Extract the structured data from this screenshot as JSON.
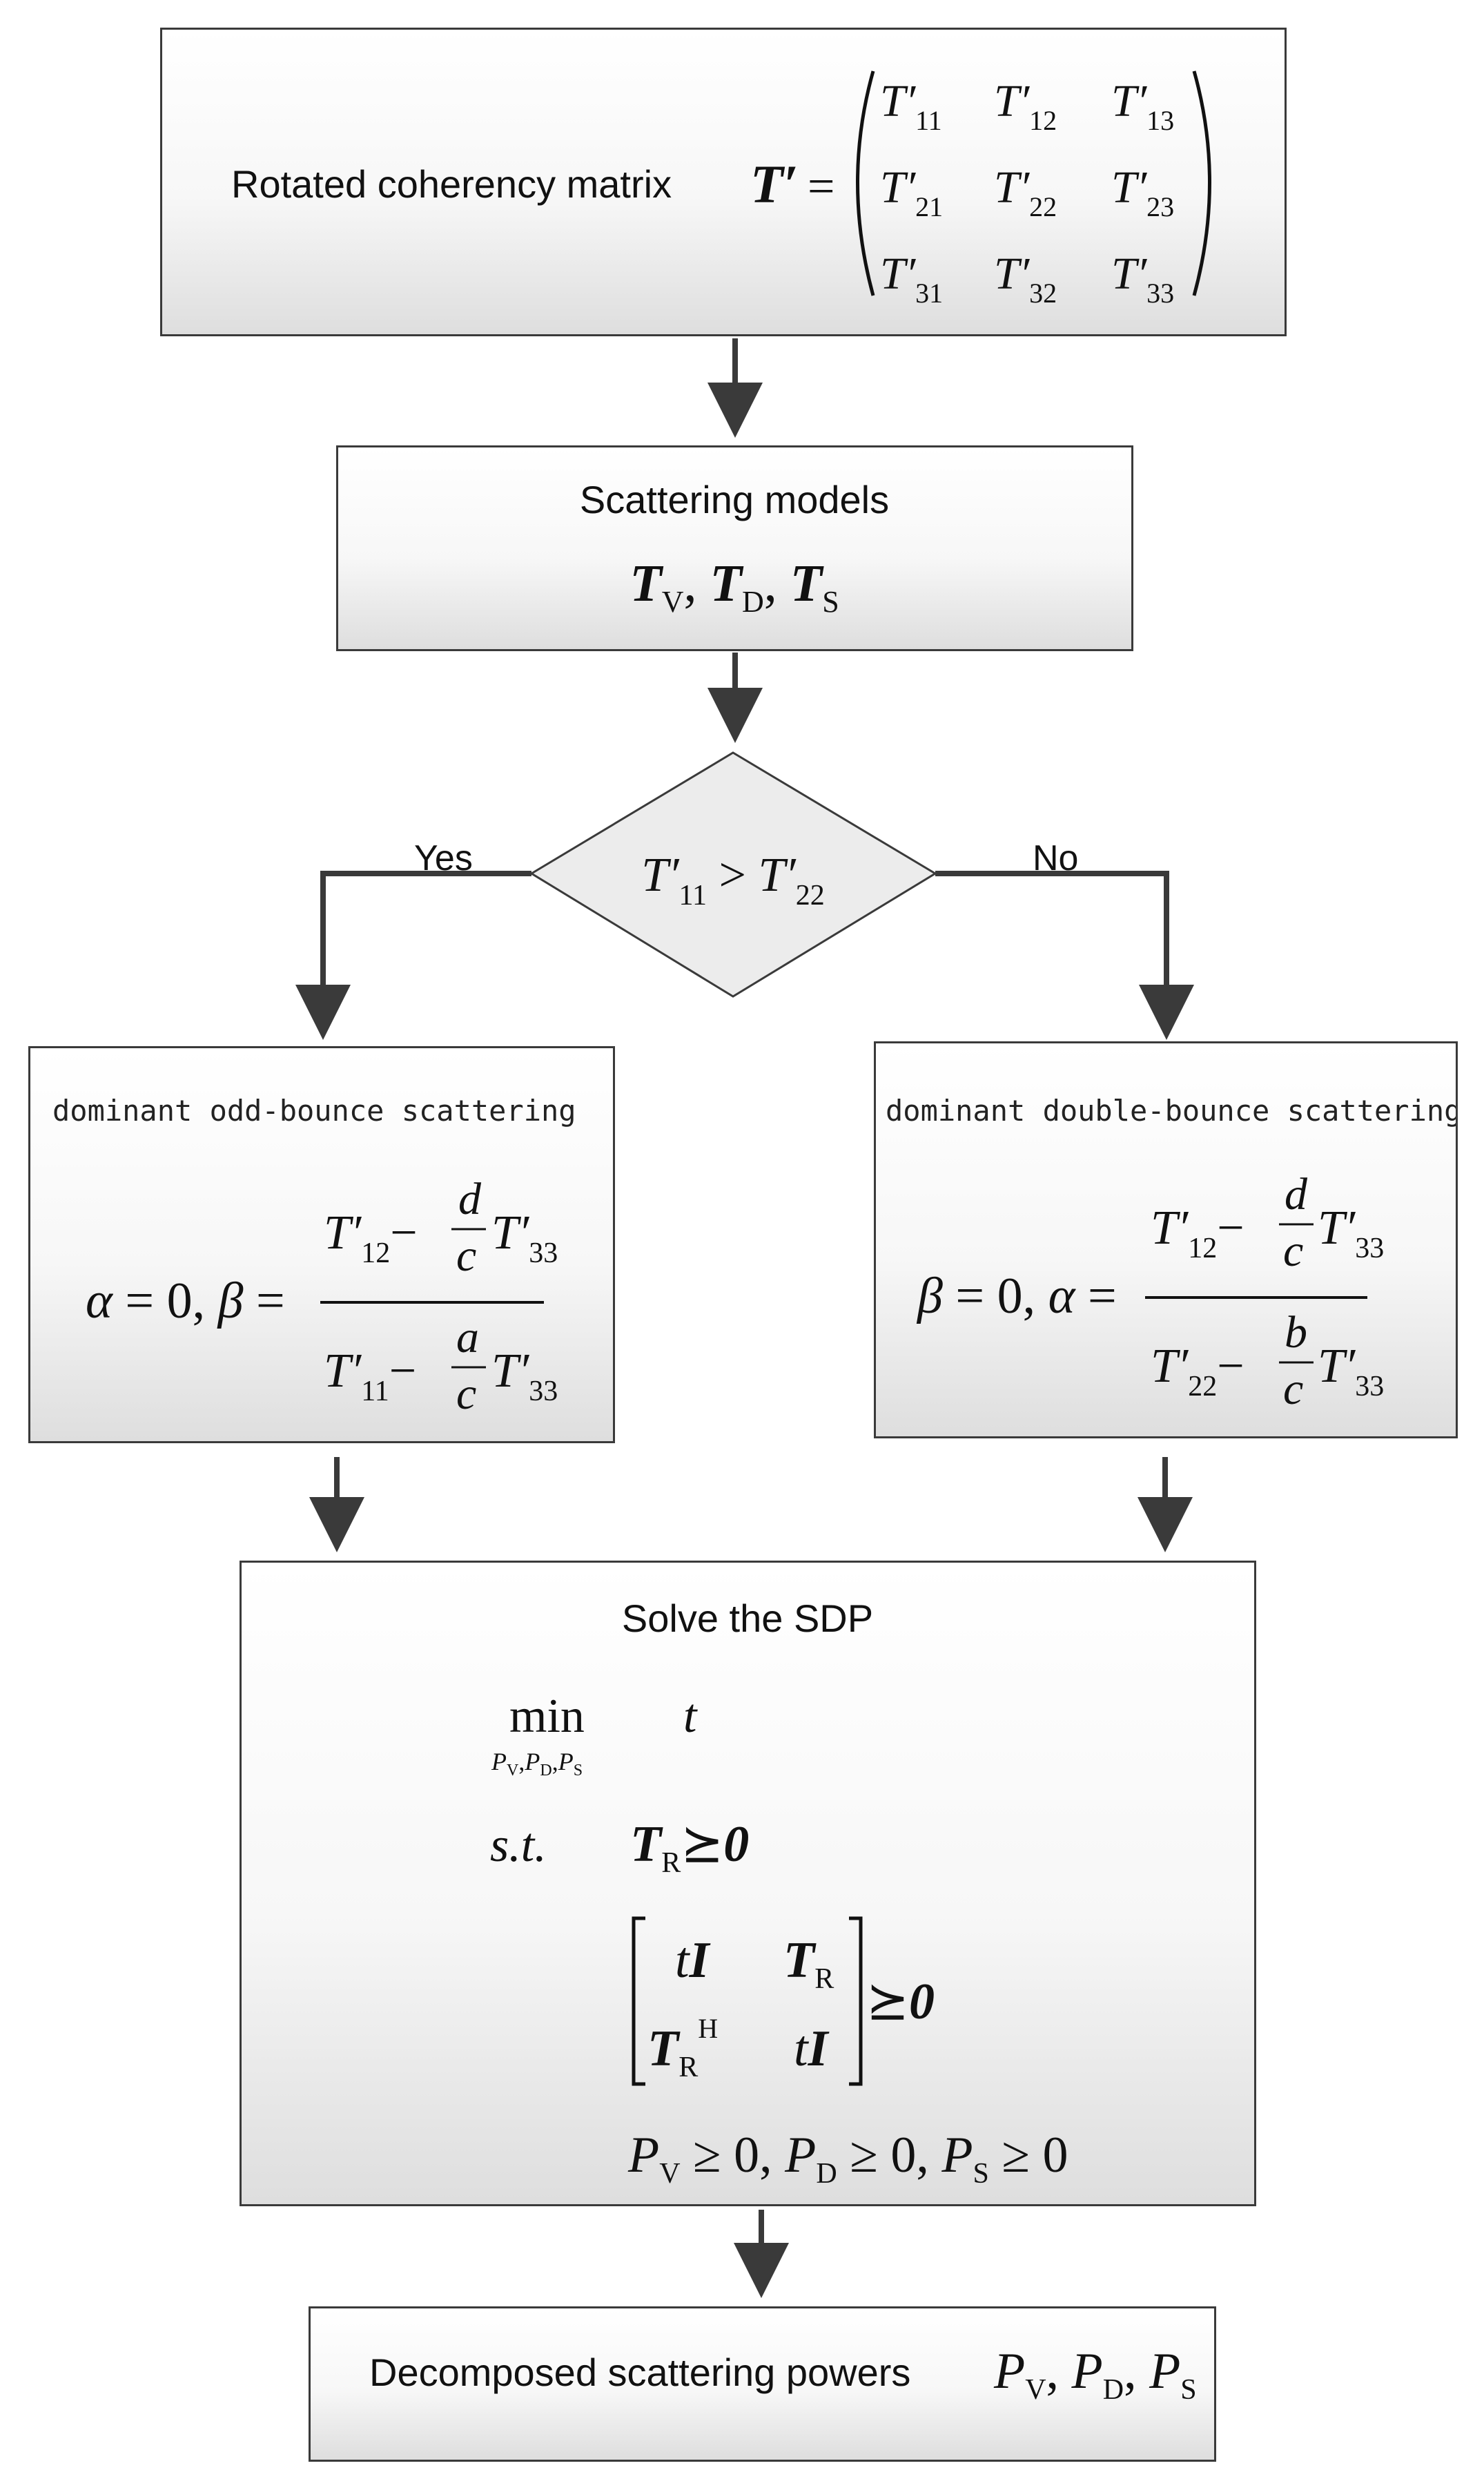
{
  "diagram": {
    "colors": {
      "line": "#3a3a3a",
      "box_top": "#ffffff",
      "box_bottom": "#dedede",
      "diamond": "#ececec"
    },
    "rotated": {
      "label": "Rotated coherency matrix",
      "symbol": "T′",
      "equals": "=",
      "matrix": [
        [
          "T′11",
          "T′12",
          "T′13"
        ],
        [
          "T′21",
          "T′22",
          "T′23"
        ],
        [
          "T′31",
          "T′32",
          "T′33"
        ]
      ]
    },
    "models": {
      "label": "Scattering models",
      "formula": "TV, TD, TS"
    },
    "decision": {
      "condition": "T′11 > T′22",
      "yes": "Yes",
      "no": "No"
    },
    "odd": {
      "label": "dominant odd-bounce scattering",
      "lhs": "α = 0, β =",
      "numerator": "T′12 − (d/c) T′33",
      "denominator": "T′11 − (a/c) T′33"
    },
    "double": {
      "label": "dominant double-bounce scattering",
      "lhs": "β = 0, α =",
      "numerator": "T′12 − (d/c) T′33",
      "denominator": "T′22 − (b/c) T′33"
    },
    "sdp": {
      "label": "Solve the SDP",
      "objective_op": "min",
      "objective_sub": "PV, PD, PS",
      "objective_var": "t",
      "st": "s.t.",
      "constraint1": "TR ⪰ 0",
      "lmi": [
        [
          "tI",
          "TR"
        ],
        [
          "TRH",
          "tI"
        ]
      ],
      "lmi_rel": "⪰ 0",
      "constraint3": "PV ≥ 0, PD ≥ 0, PS ≥ 0"
    },
    "final": {
      "label": "Decomposed scattering powers",
      "formula": "PV, PD, PS"
    }
  }
}
